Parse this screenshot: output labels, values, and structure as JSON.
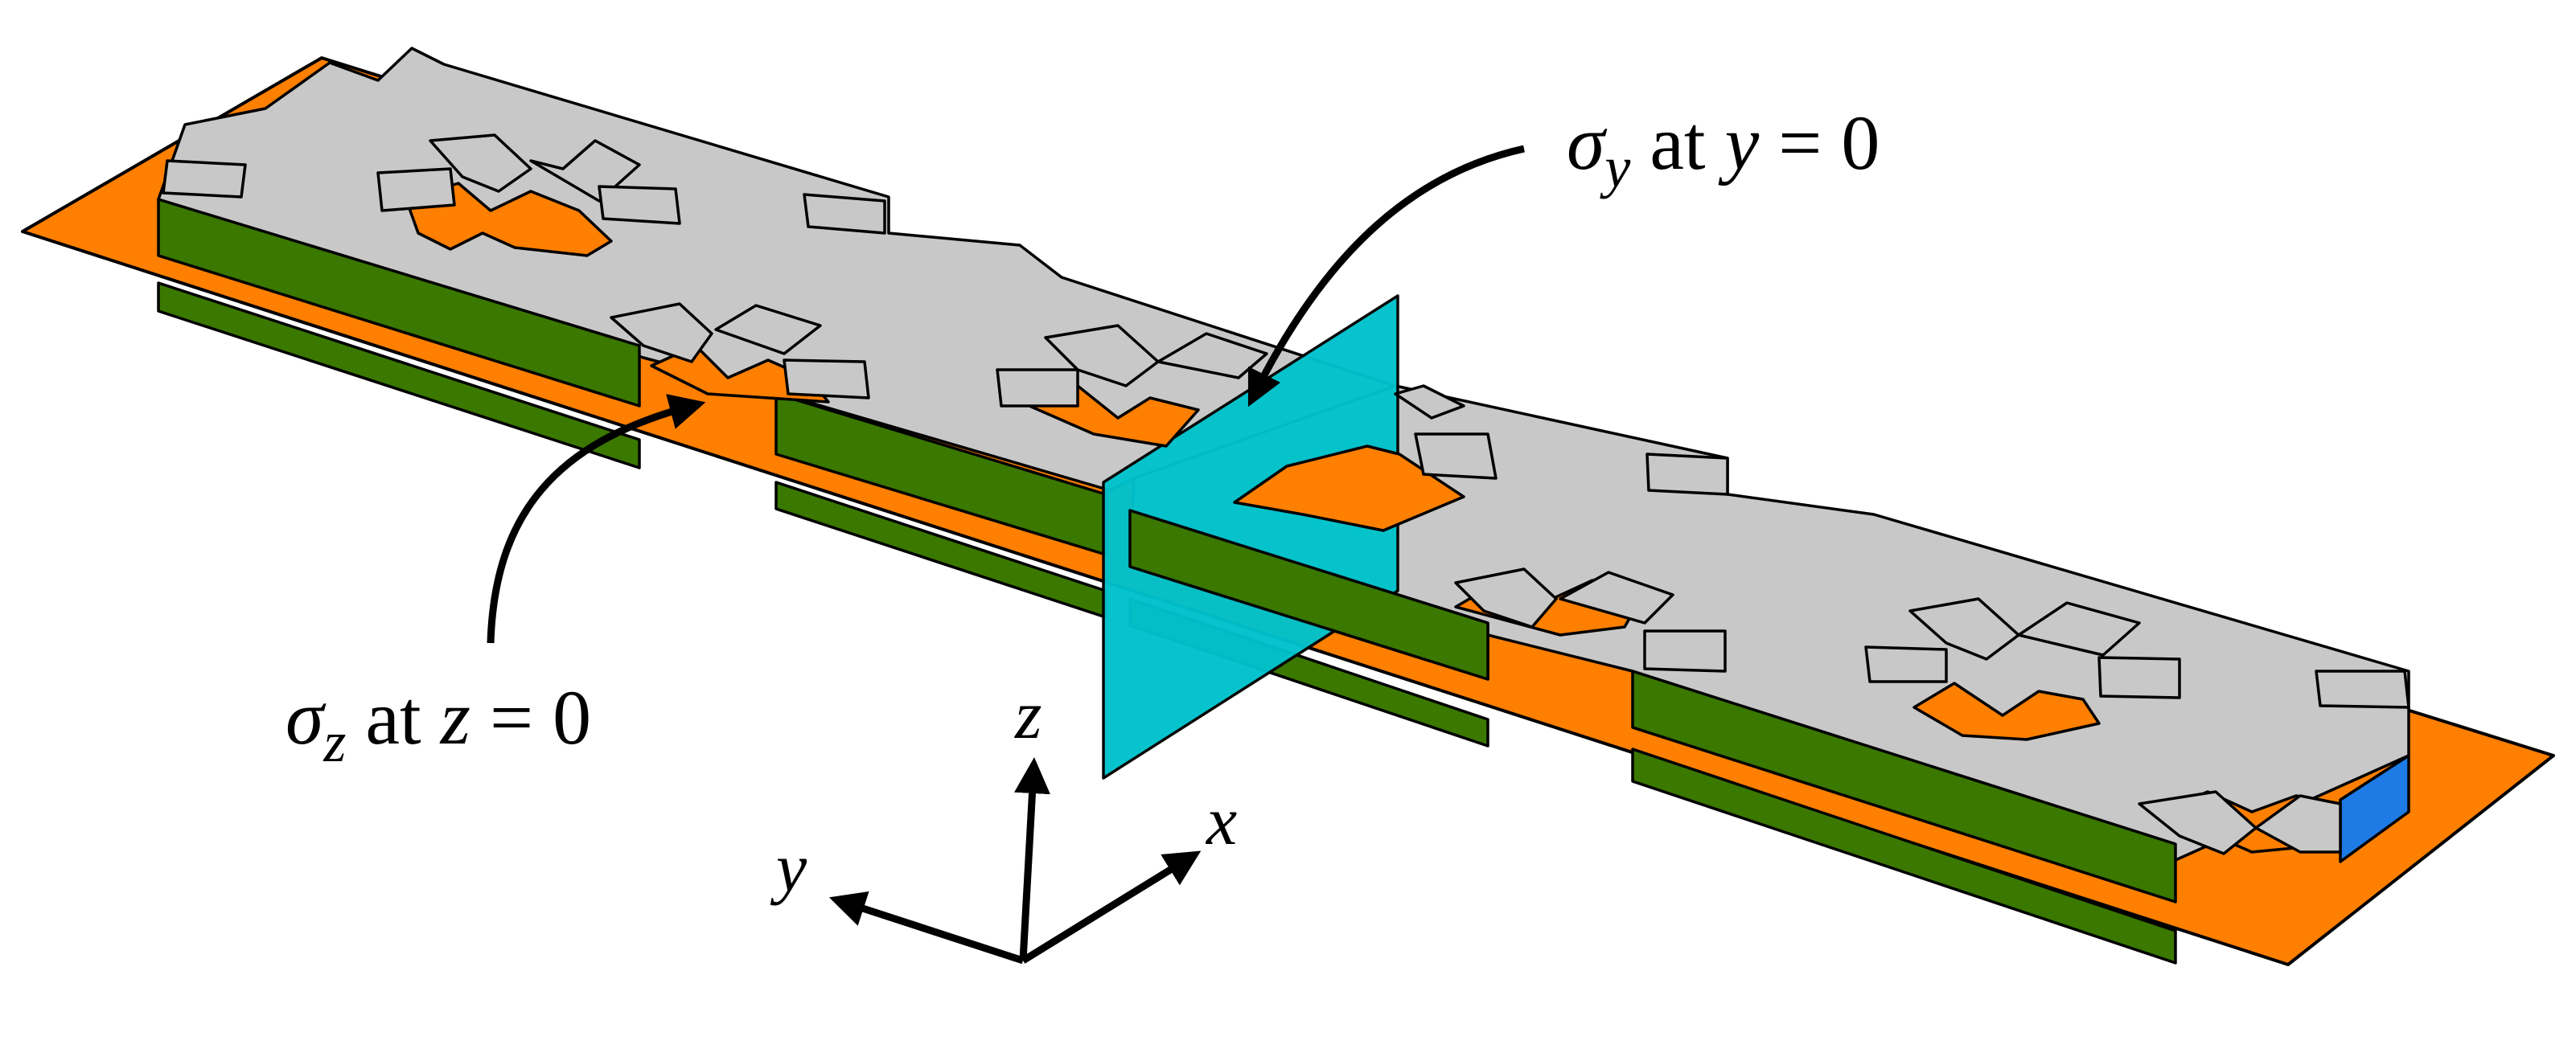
{
  "annotations": {
    "sigma_y": {
      "symbol": "σ",
      "sub": "y",
      "text": " at ",
      "var": "y",
      "rest": " = 0"
    },
    "sigma_z": {
      "symbol": "σ",
      "sub": "z",
      "text": " at ",
      "var": "z",
      "rest": " = 0"
    }
  },
  "axes": {
    "x": "x",
    "y": "y",
    "z": "z"
  },
  "colors": {
    "substrate": "#ff7f00",
    "cap_plate": "#c8c8c8",
    "side_wall": "#3a7800",
    "section_plane": "#00c2cc",
    "end_face": "#1e7be6",
    "outline": "#000000"
  }
}
